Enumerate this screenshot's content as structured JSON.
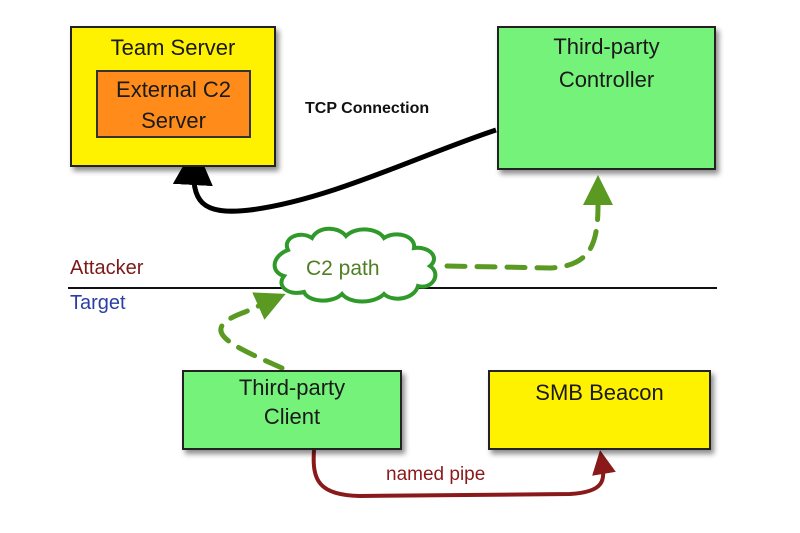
{
  "diagram": {
    "nodes": {
      "team_server": {
        "label": "Team Server",
        "fill": "#fff200"
      },
      "external_c2_server": {
        "label_line1": "External C2",
        "label_line2": "Server",
        "fill": "#ff8c1a"
      },
      "third_party_controller": {
        "label_line1": "Third-party",
        "label_line2": "Controller",
        "fill": "#75f27a"
      },
      "third_party_client": {
        "label_line1": "Third-party",
        "label_line2": "Client",
        "fill": "#75f27a"
      },
      "smb_beacon": {
        "label": "SMB Beacon",
        "fill": "#fff200"
      },
      "c2_path": {
        "label": "C2 path",
        "stroke": "#2f9a2a"
      }
    },
    "edges": {
      "tcp_connection": {
        "label": "TCP Connection",
        "from": "Third-party Controller",
        "to": "External C2 Server",
        "color": "#000000"
      },
      "named_pipe": {
        "label": "named pipe",
        "from": "Third-party Client",
        "to": "SMB Beacon",
        "color": "#8a1a1a"
      },
      "client_to_c2": {
        "from": "Third-party Client",
        "to": "C2 path",
        "style": "dashed",
        "color": "#5a9a22"
      },
      "c2_to_controller": {
        "from": "C2 path",
        "to": "Third-party Controller",
        "style": "dashed",
        "color": "#5a9a22"
      }
    },
    "zones": {
      "attacker": {
        "label": "Attacker",
        "color": "#7a1a1a"
      },
      "target": {
        "label": "Target",
        "color": "#2a3fa0"
      }
    }
  }
}
